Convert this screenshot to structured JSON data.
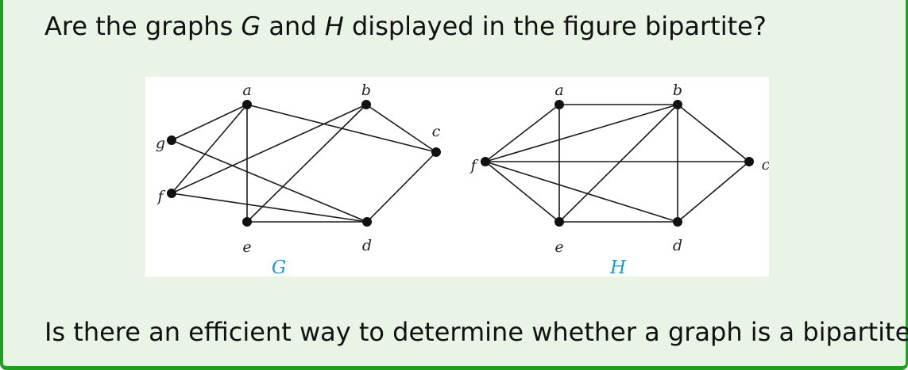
{
  "question_top": {
    "prefix": "Are the graphs ",
    "g": "G",
    "and": " and ",
    "h": "H",
    "suffix": " displayed in the figure bipartite?"
  },
  "question_bottom": "Is there an efficient way to determine whether a graph is a bipartite?",
  "colors": {
    "frame_border": "#1f9e1f",
    "frame_fill": "#e9f4e6",
    "caption": "#1a9ad6"
  },
  "graphs": [
    {
      "caption": "G",
      "vertices": [
        "a",
        "b",
        "c",
        "d",
        "e",
        "f",
        "g"
      ],
      "edges": [
        [
          "a",
          "c"
        ],
        [
          "a",
          "e"
        ],
        [
          "a",
          "f"
        ],
        [
          "a",
          "g"
        ],
        [
          "b",
          "c"
        ],
        [
          "b",
          "e"
        ],
        [
          "b",
          "f"
        ],
        [
          "c",
          "d"
        ],
        [
          "d",
          "e"
        ],
        [
          "d",
          "f"
        ],
        [
          "d",
          "g"
        ]
      ]
    },
    {
      "caption": "H",
      "vertices": [
        "a",
        "b",
        "c",
        "d",
        "e",
        "f"
      ],
      "edges": [
        [
          "a",
          "b"
        ],
        [
          "a",
          "e"
        ],
        [
          "a",
          "f"
        ],
        [
          "b",
          "c"
        ],
        [
          "b",
          "d"
        ],
        [
          "b",
          "e"
        ],
        [
          "b",
          "f"
        ],
        [
          "c",
          "d"
        ],
        [
          "c",
          "f"
        ],
        [
          "d",
          "e"
        ],
        [
          "d",
          "f"
        ],
        [
          "e",
          "f"
        ]
      ]
    }
  ]
}
